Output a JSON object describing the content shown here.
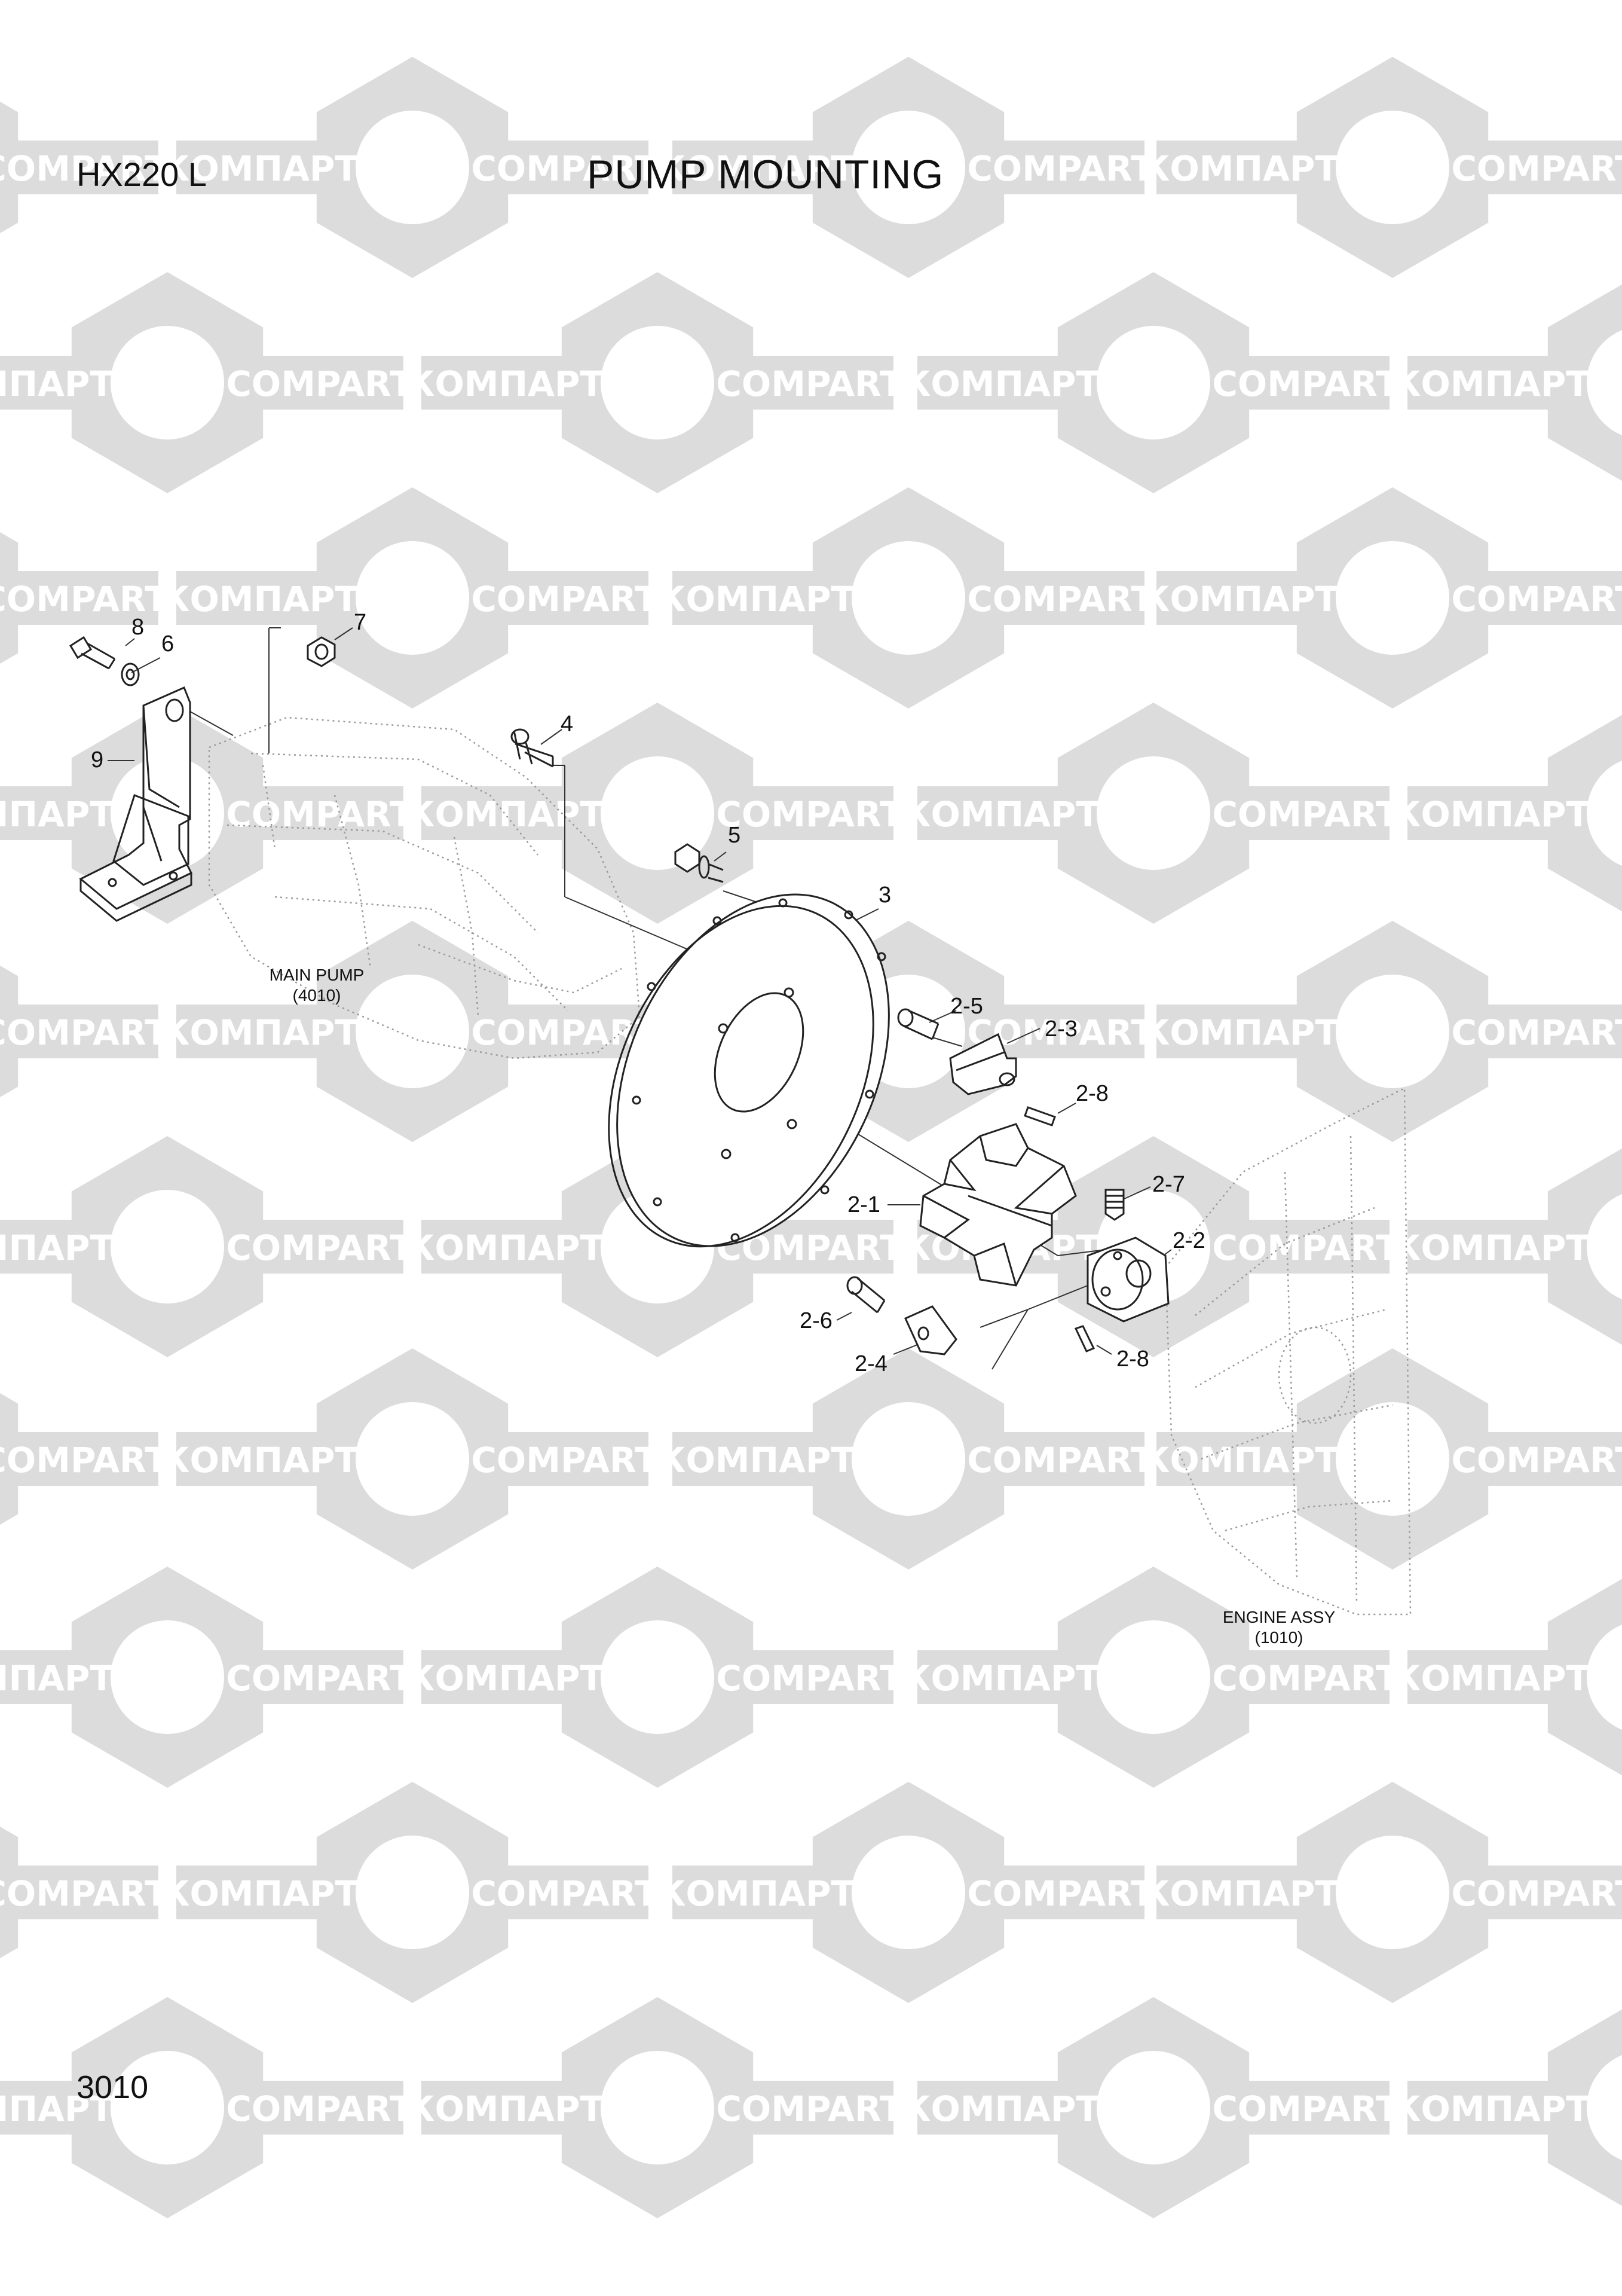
{
  "header": {
    "model": "HX220 L",
    "title": "PUMP MOUNTING"
  },
  "footer": {
    "page": "3010"
  },
  "watermark": {
    "ru": "КОМПАРТ",
    "en": "COMPART",
    "color": "#dcdcdc"
  },
  "assemblies": {
    "main_pump": {
      "name": "MAIN PUMP",
      "ref": "(4010)"
    },
    "engine": {
      "name": "ENGINE ASSY",
      "ref": "(1010)"
    }
  },
  "callouts": [
    {
      "id": "8",
      "text": "8"
    },
    {
      "id": "6",
      "text": "6"
    },
    {
      "id": "7",
      "text": "7"
    },
    {
      "id": "9",
      "text": "9"
    },
    {
      "id": "4",
      "text": "4"
    },
    {
      "id": "5",
      "text": "5"
    },
    {
      "id": "3",
      "text": "3"
    },
    {
      "id": "2-5",
      "text": "2-5"
    },
    {
      "id": "2-3",
      "text": "2-3"
    },
    {
      "id": "2-8a",
      "text": "2-8"
    },
    {
      "id": "2-7",
      "text": "2-7"
    },
    {
      "id": "2-1",
      "text": "2-1"
    },
    {
      "id": "2-2",
      "text": "2-2"
    },
    {
      "id": "2-6",
      "text": "2-6"
    },
    {
      "id": "2-4",
      "text": "2-4"
    },
    {
      "id": "2-8b",
      "text": "2-8"
    }
  ]
}
